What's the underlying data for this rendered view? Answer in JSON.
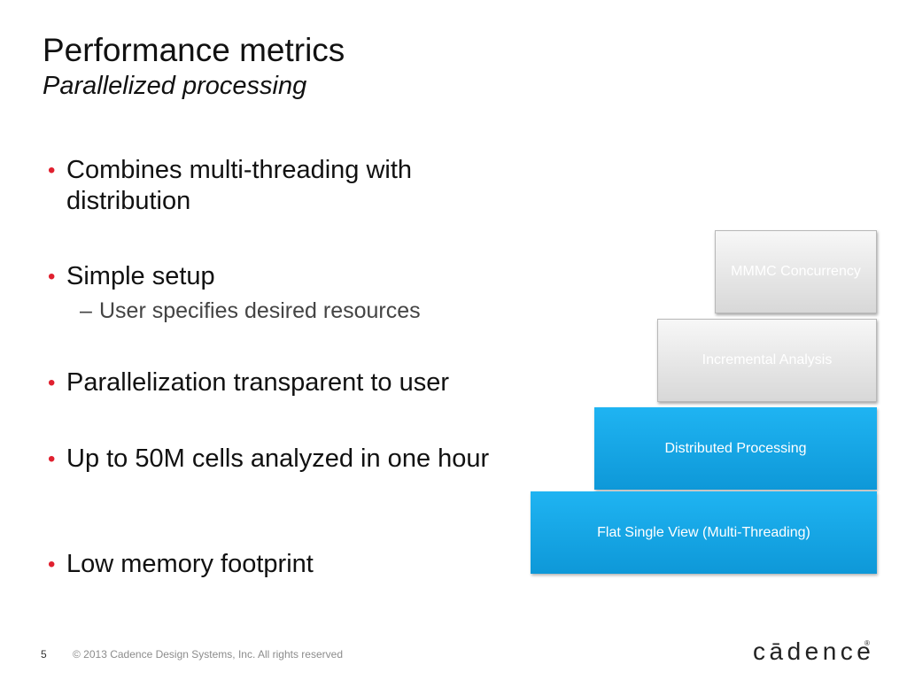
{
  "slide": {
    "title": "Performance metrics",
    "subtitle": "Parallelized processing"
  },
  "bullets": [
    {
      "text": "Combines multi-threading with distribution"
    },
    {
      "text": "Simple setup",
      "sub": [
        "User specifies desired resources"
      ]
    },
    {
      "text": "Parallelization transparent to user"
    },
    {
      "text": "Up to 50M cells analyzed in one hour"
    },
    {
      "text": "Low memory footprint"
    }
  ],
  "bullet_marker": "•",
  "sub_marker": "–",
  "stack": {
    "blocks": [
      {
        "label": "MMMC Concurrency",
        "style": "grey"
      },
      {
        "label": "Incremental Analysis",
        "style": "grey"
      },
      {
        "label": "Distributed Processing",
        "style": "blue"
      },
      {
        "label": "Flat Single View (Multi-Threading)",
        "style": "blue"
      }
    ]
  },
  "footer": {
    "page_number": "5",
    "copyright": "© 2013 Cadence Design Systems, Inc. All rights reserved"
  },
  "logo": {
    "text": "cādence",
    "registered": "®"
  },
  "colors": {
    "bullet_red": "#e0202f",
    "block_blue": "#16a6e6",
    "block_grey": "#e4e4e4"
  }
}
